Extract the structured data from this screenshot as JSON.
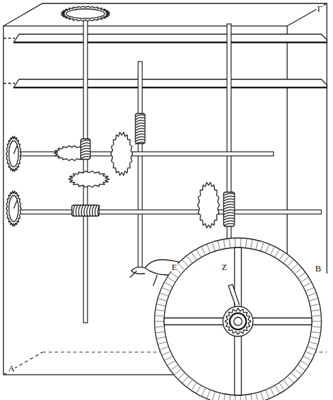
{
  "diagram": {
    "labels": [
      "Γ",
      "A",
      "B",
      "E",
      "Z"
    ]
  }
}
